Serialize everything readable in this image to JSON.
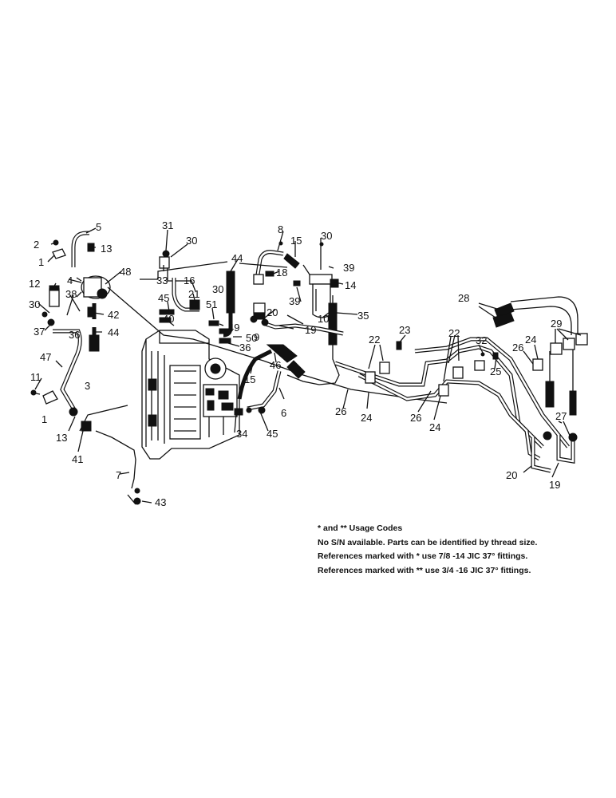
{
  "callouts": {
    "c1a": "1",
    "c1b": "1",
    "c2": "2",
    "c3": "3",
    "c4": "4",
    "c5": "5",
    "c6": "6",
    "c7": "7",
    "c8": "8",
    "c9": "9",
    "c10": "10",
    "c11": "11",
    "c12": "12",
    "c13a": "13",
    "c13b": "13",
    "c14": "14",
    "c15a": "15",
    "c15b": "15",
    "c16": "16",
    "c18": "18",
    "c19a": "19",
    "c19b": "19",
    "c20a": "20",
    "c20b": "20",
    "c21": "21",
    "c22a": "22",
    "c22b": "22",
    "c23": "23",
    "c24a": "24",
    "c24b": "24",
    "c24c": "24",
    "c25": "25",
    "c26a": "26",
    "c26b": "26",
    "c26c": "26",
    "c27": "27",
    "c28": "28",
    "c29": "29",
    "c30a": "30",
    "c30b": "30",
    "c30c": "30",
    "c30d": "30",
    "c31": "31",
    "c32": "32",
    "c33": "33",
    "c34": "34",
    "c35": "35",
    "c36a": "36",
    "c36b": "36",
    "c37": "37",
    "c38": "38",
    "c39a": "39",
    "c39b": "39",
    "c40": "40",
    "c41": "41",
    "c42": "42",
    "c43": "43",
    "c44a": "44",
    "c44b": "44",
    "c45a": "45",
    "c45b": "45",
    "c46": "46",
    "c47": "47",
    "c48": "48",
    "c49": "49",
    "c50": "50",
    "c51": "51"
  },
  "notes": {
    "heading": "* and ** Usage Codes",
    "line1": "No S/N available. Parts can be identified by thread size.",
    "line2": "References marked with * use 7/8 -14 JIC 37° fittings.",
    "line3": "References marked with ** use 3/4 -16 JIC 37° fittings."
  }
}
